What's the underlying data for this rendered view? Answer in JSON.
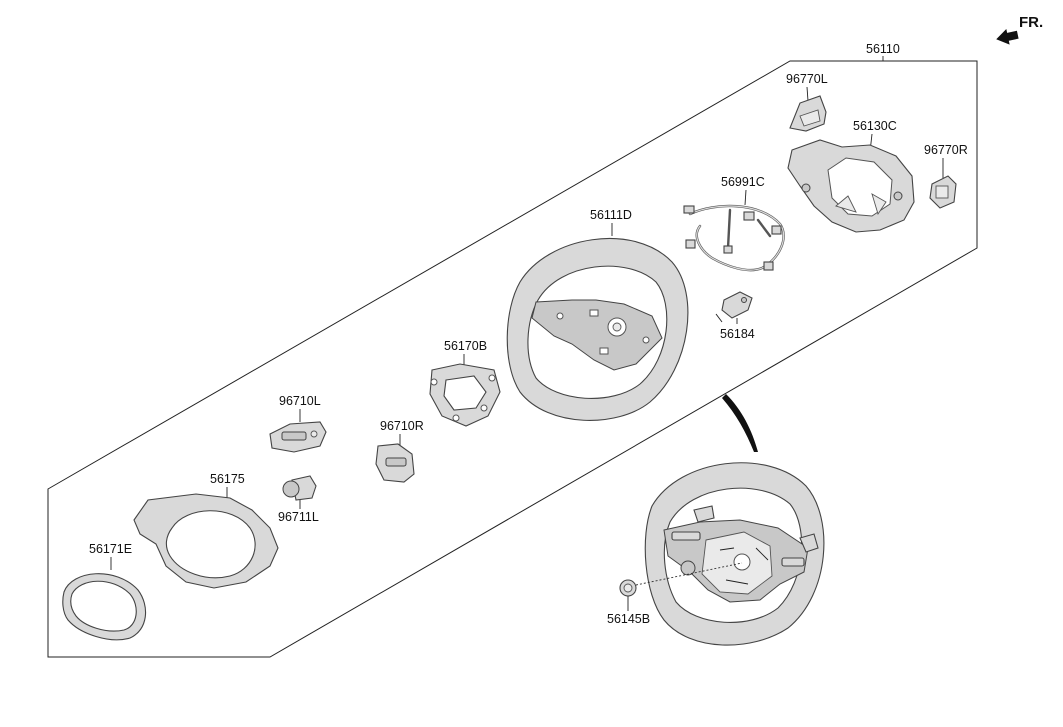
{
  "orientation": {
    "text": "FR."
  },
  "labels": {
    "l56110": "56110",
    "l96770L": "96770L",
    "l56130C": "56130C",
    "l96770R": "96770R",
    "l56991C": "56991C",
    "l56111D": "56111D",
    "l56184": "56184",
    "l56170B": "56170B",
    "l96710L": "96710L",
    "l96710R": "96710R",
    "l56175": "56175",
    "l96711L": "96711L",
    "l56171E": "56171E",
    "l56145B": "56145B"
  }
}
